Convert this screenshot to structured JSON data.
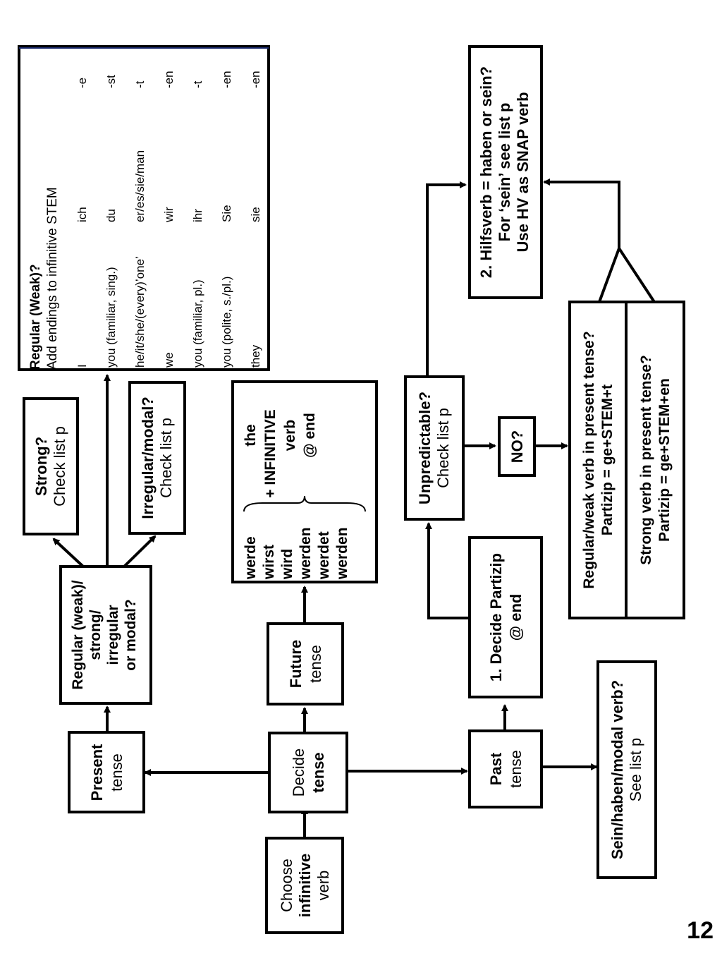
{
  "nodes": {
    "choose": {
      "l1": "Choose",
      "l2": "infinitive",
      "l3": "verb"
    },
    "decide": {
      "l1": "Decide",
      "l2": "tense"
    },
    "present": {
      "l1": "Present",
      "l2": "tense"
    },
    "future": {
      "l1": "Future",
      "l2": "tense"
    },
    "past": {
      "l1": "Past",
      "l2": "tense"
    },
    "regular": {
      "l1": "Regular (weak)/",
      "l2": "strong/",
      "l3": "irregular",
      "l4": "or modal?"
    },
    "strong": {
      "l1": "Strong?",
      "l2": "Check list p"
    },
    "irregular": {
      "l1": "Irregular/modal?",
      "l2": "Check list p"
    },
    "decide_partizip": {
      "l1": "1. Decide Partizip",
      "l2": "@ end"
    },
    "unpredictable": {
      "l1": "Unpredictable?",
      "l2": "Check list p"
    },
    "no": {
      "l1": "NO?"
    },
    "hilfsverb": {
      "l1": "2. Hilfsverb = haben or sein?",
      "l2": "For ‘sein’ see list p",
      "l3": "Use HV as SNAP verb"
    },
    "regular_weak_present": {
      "l1": "Regular/weak verb in present tense?",
      "l2": "Partizip = ge+STEM+t"
    },
    "strong_present": {
      "l1": "Strong verb in present tense?",
      "l2": "Partizip = ge+STEM+en"
    },
    "sein_haben": {
      "l1": "Sein/haben/modal verb?",
      "l2": "See list p"
    }
  },
  "future_box": {
    "forms": [
      "werde",
      "wirst",
      "wird",
      "werden",
      "werdet",
      "werden"
    ],
    "rule_l1": "the",
    "rule_l2": "+ INFINITIVE",
    "rule_l3": "verb",
    "rule_l4": "@ end"
  },
  "regular_table": {
    "title": "Regular (Weak)?",
    "subtitle": "Add endings to infinitive STEM",
    "rows": [
      {
        "english": "I",
        "pronoun": "ich",
        "ending": "-e"
      },
      {
        "english": "you (familiar, sing.)",
        "pronoun": "du",
        "ending": "-st"
      },
      {
        "english": "he/it/she/(every)’one’",
        "pronoun": "er/es/sie/man",
        "ending": "-t"
      },
      {
        "english": "we",
        "pronoun": "wir",
        "ending": "-en"
      },
      {
        "english": "you (familiar, pl.)",
        "pronoun": "ihr",
        "ending": "-t"
      },
      {
        "english": "you (polite, s./pl.)",
        "pronoun": "Sie",
        "ending": "-en"
      },
      {
        "english": "they",
        "pronoun": "sie",
        "ending": "-en"
      }
    ]
  },
  "page_number": "12"
}
